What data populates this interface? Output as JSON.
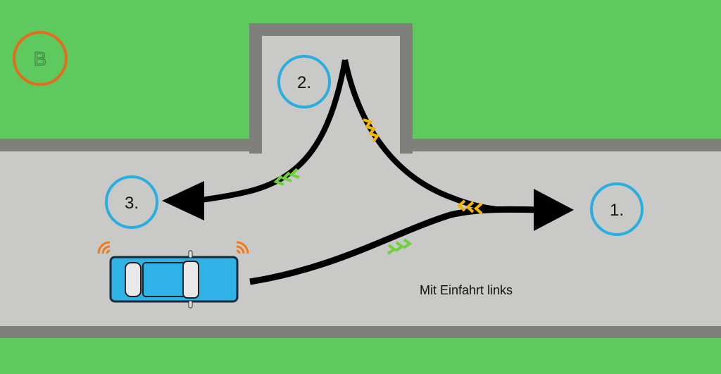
{
  "badge": {
    "letter": "B",
    "color": "#e86a1c"
  },
  "markers": [
    {
      "label": "1.",
      "name": "straight"
    },
    {
      "label": "2.",
      "name": "right-into-side-road"
    },
    {
      "label": "3.",
      "name": "turn-back-left"
    }
  ],
  "caption": "Mit Einfahrt links",
  "colors": {
    "grass": "#5ec95e",
    "road": "#c9c9c7",
    "curb": "#7f7f7b",
    "marker_ring": "#2aaee0",
    "car_body": "#2fb3e6",
    "chevron_yellow": "#f2b600",
    "chevron_green": "#6fd13a",
    "signal": "#f07a1a"
  }
}
